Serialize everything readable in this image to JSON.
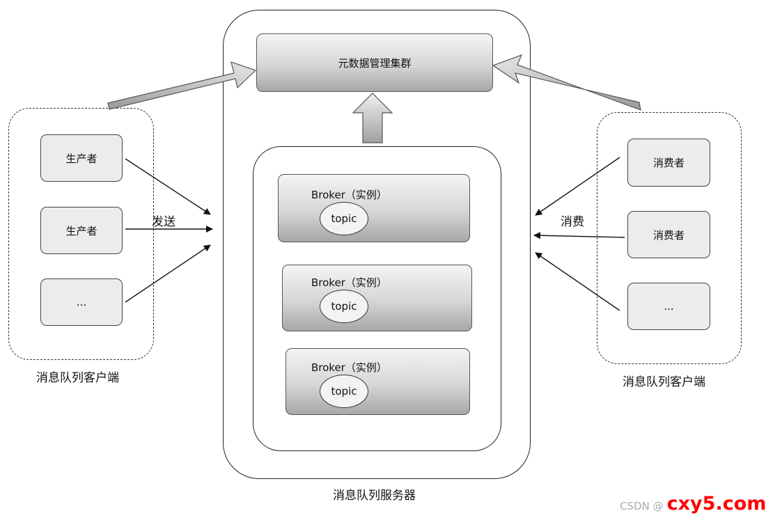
{
  "metadata_cluster": "元数据管理集群",
  "server_label": "消息队列服务器",
  "left_client": {
    "label": "消息队列客户端",
    "nodes": [
      "生产者",
      "生产者",
      "..."
    ],
    "arrow_label": "发送"
  },
  "right_client": {
    "label": "消息队列客户端",
    "nodes": [
      "消费者",
      "消费者",
      "..."
    ],
    "arrow_label": "消费"
  },
  "brokers": [
    {
      "label": "Broker（实例）",
      "topic": "topic"
    },
    {
      "label": "Broker（实例）",
      "topic": "topic"
    },
    {
      "label": "Broker（实例）",
      "topic": "topic"
    }
  ],
  "watermark": {
    "csdn": "CSDN @",
    "site": "cxy5.com"
  }
}
